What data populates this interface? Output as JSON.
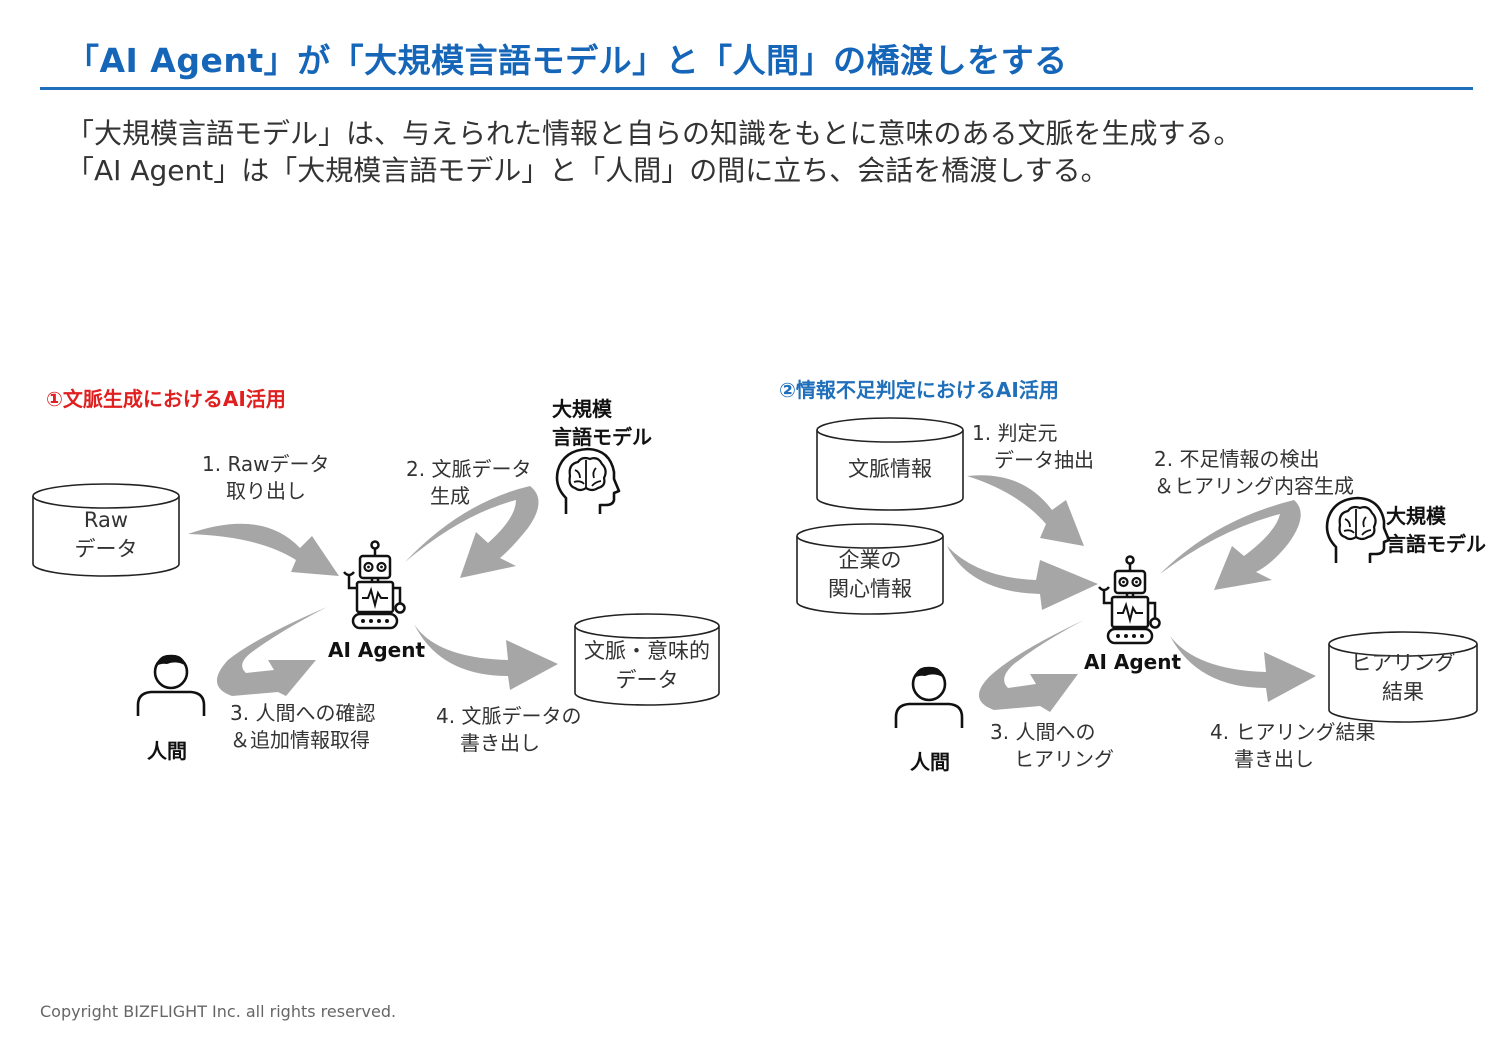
{
  "title": "「AI Agent」が「大規模言語モデル」と「人間」の橋渡しをする",
  "intro": {
    "line1": "「大規模言語モデル」は、与えられた情報と自らの知識をもとに意味のある文脈を生成する。",
    "line2": "「AI Agent」は「大規模言語モデル」と「人間」の間に立ち、会話を橋渡しする。"
  },
  "colors": {
    "title": "#1565b8",
    "section1": "#e02020",
    "section2": "#1f6fba",
    "arrow": "#a6a6a6"
  },
  "section1": {
    "heading": "①文脈生成におけるAI活用",
    "raw_data_line1": "Raw",
    "raw_data_line2": "データ",
    "output_data_line1": "文脈・意味的",
    "output_data_line2": "データ",
    "llm_line1": "大規模",
    "llm_line2": "言語モデル",
    "agent_label": "AI Agent",
    "human_label": "人間",
    "step1_line1": "1. Rawデータ",
    "step1_line2": "取り出し",
    "step2_line1": "2. 文脈データ",
    "step2_line2": "生成",
    "step3_line1": "3. 人間への確認",
    "step3_line2": "＆追加情報取得",
    "step4_line1": "4. 文脈データの",
    "step4_line2": "書き出し"
  },
  "section2": {
    "heading": "②情報不足判定におけるAI活用",
    "context_data": "文脈情報",
    "company_line1": "企業の",
    "company_line2": "関心情報",
    "result_line1": "ヒアリング",
    "result_line2": "結果",
    "llm_line1": "大規模",
    "llm_line2": "言語モデル",
    "agent_label": "AI Agent",
    "human_label": "人間",
    "step1_line1": "1. 判定元",
    "step1_line2": "データ抽出",
    "step2_line1": "2. 不足情報の検出",
    "step2_line2": "＆ヒアリング内容生成",
    "step3_line1": "3. 人間への",
    "step3_line2": "ヒアリング",
    "step4_line1": "4. ヒアリング結果",
    "step4_line2": "書き出し"
  },
  "icons": [
    "database-icon",
    "robot-icon",
    "brain-head-icon",
    "person-icon",
    "curved-arrow-icon"
  ],
  "copyright": "Copyright BIZFLIGHT Inc. all rights reserved."
}
